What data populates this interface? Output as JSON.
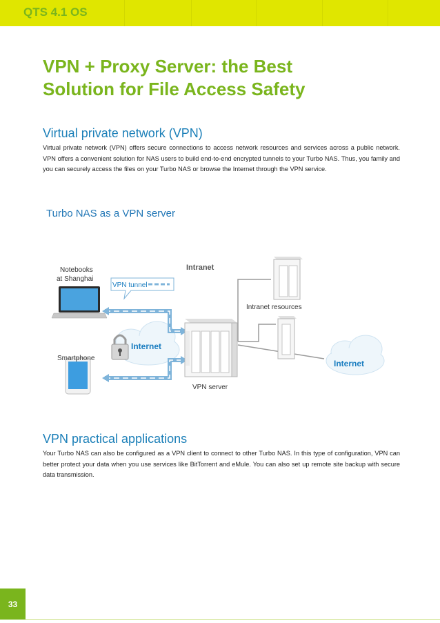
{
  "header": {
    "title": "QTS 4.1 OS"
  },
  "title": {
    "line1": "VPN + Proxy Server: the Best",
    "line2": "Solution for File Access Safety"
  },
  "vpn_section": {
    "heading": "Virtual private network (VPN)",
    "paragraph": "Virtual private network (VPN) offers secure connections to access network resources and services across a public network. VPN offers a convenient solution for NAS users to build end-to-end encrypted tunnels to your Turbo NAS. Thus, you family and you can securely access the files on your Turbo NAS or browse the Internet through the VPN service."
  },
  "diagram": {
    "title": "Turbo NAS as a VPN server",
    "notebooks_line1": "Notebooks",
    "notebooks_line2": "at Shanghai",
    "vpn_tunnel": "VPN tunnel",
    "intranet": "Intranet",
    "intranet_resources": "Intranet resources",
    "internet_left": "Internet",
    "internet_right": "Internet",
    "smartphone": "Smartphone",
    "vpn_server": "VPN server"
  },
  "applications_section": {
    "heading": "VPN practical applications",
    "paragraph": "Your Turbo NAS can also be configured as a VPN client to connect to other Turbo NAS. In this type of configuration, VPN can better protect your data when you use services like BitTorrent and eMule. You can also set up remote site backup with secure data transmission."
  },
  "page_number": "33",
  "colors": {
    "accent_green": "#7ab51d",
    "header_yellow": "#e0e600",
    "heading_blue": "#1b7fb8"
  }
}
